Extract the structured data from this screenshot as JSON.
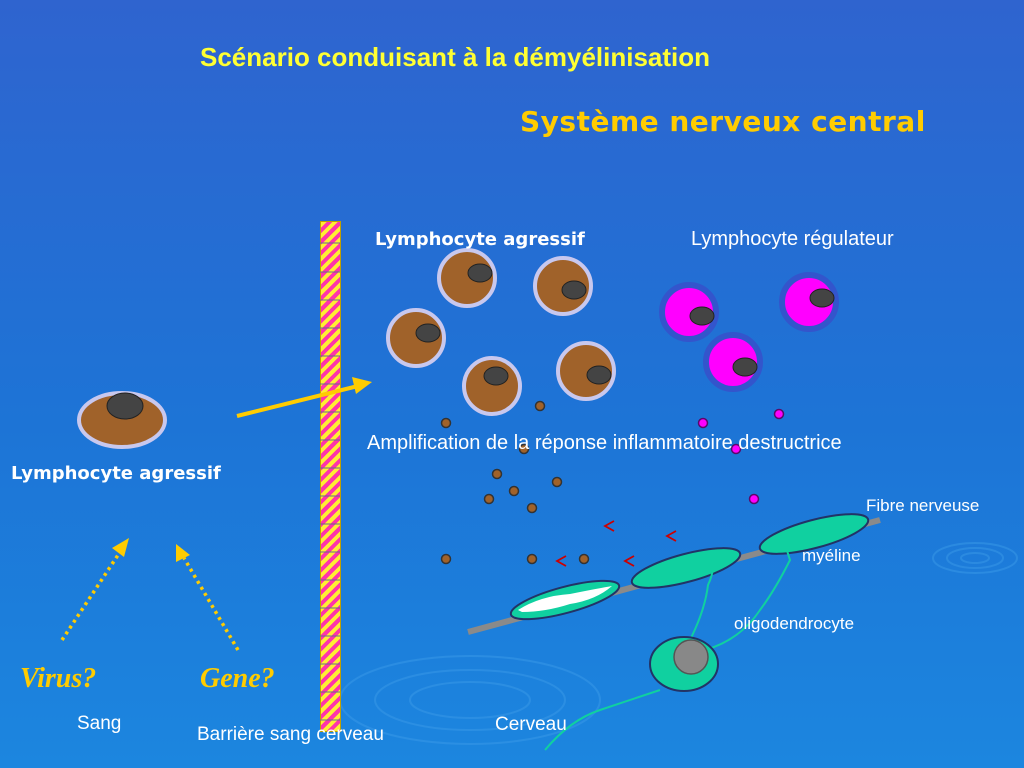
{
  "slide": {
    "title": "Scénario conduisant à la démyélinisation",
    "subtitle": "Système nerveux central",
    "labels": {
      "lympho_agressif_right": "Lymphocyte agressif",
      "lympho_regulateur": "Lymphocyte régulateur",
      "amplification": "Amplification de la réponse inflammatoire destructrice",
      "lympho_agressif_left": "Lymphocyte agressif",
      "fibre_nerveuse": "Fibre nerveuse",
      "myeline": "myéline",
      "oligodendrocyte": "oligodendrocyte",
      "virus": "Virus?",
      "gene": "Gene?",
      "sang": "Sang",
      "barriere": "Barrière sang cerveau",
      "cerveau": "Cerveau"
    },
    "colors": {
      "background": "#1d74d6",
      "title": "#ffff33",
      "subtitle": "#ffcc00",
      "aggressive_cell": "#a0622a",
      "regulatory_cell": "#ff00ff",
      "myelin": "#10d0a0",
      "arrow": "#ffcc00"
    }
  }
}
